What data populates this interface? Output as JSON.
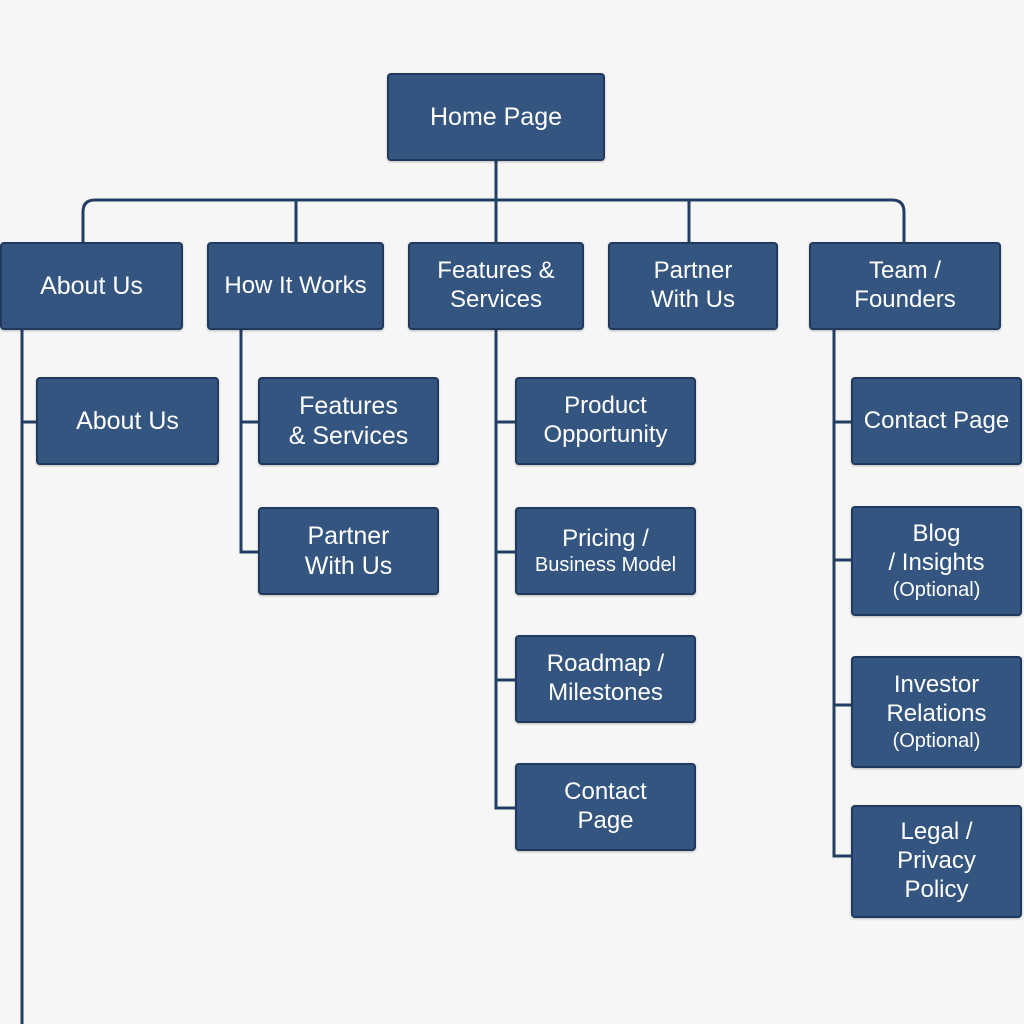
{
  "colors": {
    "background": "#f6f6f6",
    "node_fill": "#33557f",
    "node_border": "#1f3a5c",
    "connector": "#223f63",
    "text": "#ffffff"
  },
  "root": {
    "lines": [
      "Home Page"
    ]
  },
  "level1": [
    {
      "lines": [
        "About Us"
      ]
    },
    {
      "lines": [
        "How It Works"
      ]
    },
    {
      "lines": [
        "Features &",
        "Services"
      ]
    },
    {
      "lines": [
        "Partner",
        "With Us"
      ]
    },
    {
      "lines": [
        "Team /",
        "Founders"
      ]
    }
  ],
  "about_children": [
    {
      "lines": [
        "About Us"
      ]
    }
  ],
  "how_children": [
    {
      "lines": [
        "Features",
        "& Services"
      ]
    },
    {
      "lines": [
        "Partner",
        "With Us"
      ]
    }
  ],
  "features_children": [
    {
      "lines": [
        "Product",
        "Opportunity"
      ]
    },
    {
      "lines": [
        "Pricing /",
        "Business Model"
      ]
    },
    {
      "lines": [
        "Roadmap /",
        "Milestones"
      ]
    },
    {
      "lines": [
        "Contact",
        "Page"
      ]
    }
  ],
  "team_children": [
    {
      "lines": [
        "Contact Page"
      ]
    },
    {
      "lines": [
        "Blog",
        "/ Insights",
        "(Optional)"
      ]
    },
    {
      "lines": [
        "Investor",
        "Relations",
        "(Optional)"
      ]
    },
    {
      "lines": [
        "Legal /",
        "Privacy",
        "Policy"
      ]
    }
  ]
}
